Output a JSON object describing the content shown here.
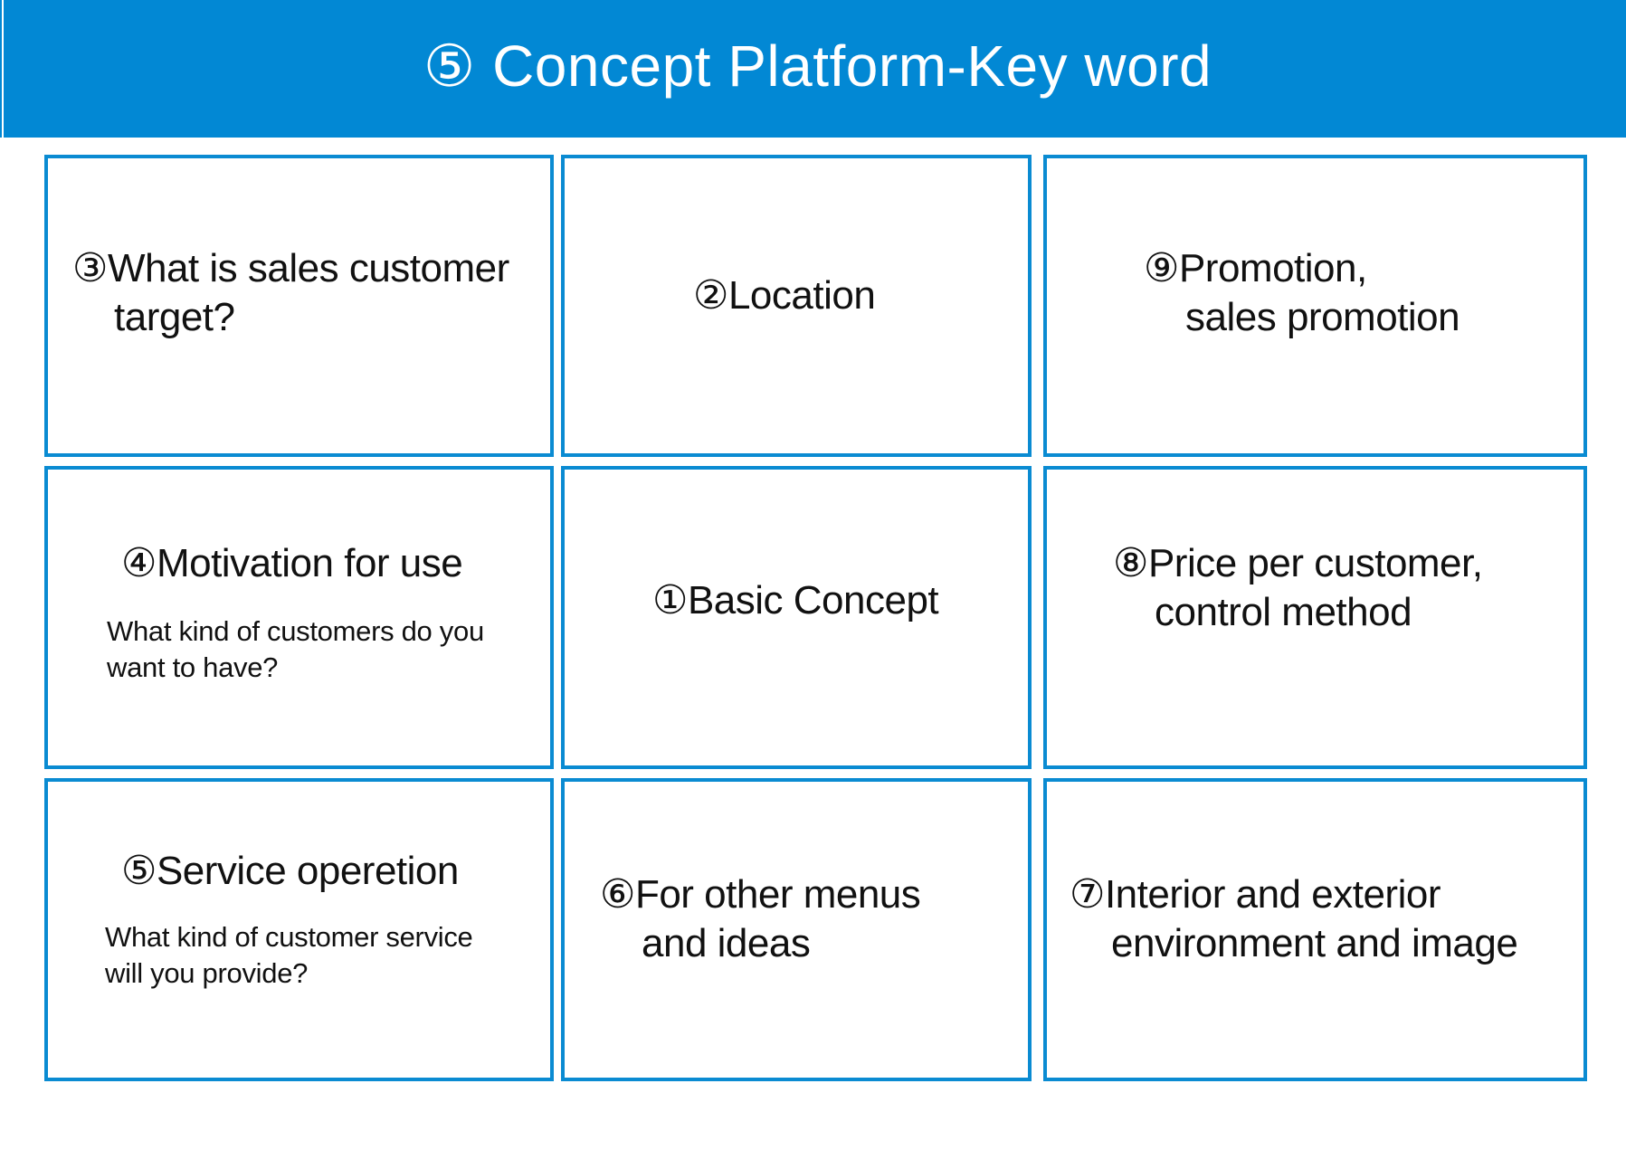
{
  "header": {
    "title": "⑤ Concept Platform-Key word"
  },
  "accent_color": "#0288d4",
  "cells": {
    "c3": {
      "num": "③",
      "line1": "What is sales customer",
      "line2": "target?"
    },
    "c2": {
      "num": "②",
      "line1": "Location"
    },
    "c9": {
      "num": "⑨",
      "line1": "Promotion,",
      "line2": "sales promotion"
    },
    "c4": {
      "num": "④",
      "line1": "Motivation for use",
      "sub1": "What kind of customers do you",
      "sub2": "want to have?"
    },
    "c1": {
      "num": "①",
      "line1": "Basic Concept"
    },
    "c8": {
      "num": "⑧",
      "line1": "Price per customer,",
      "line2": "control method"
    },
    "c5": {
      "num": "⑤",
      "line1": "Service operetion",
      "sub1": "What kind of customer service",
      "sub2": "will you provide?"
    },
    "c6": {
      "num": "⑥",
      "line1": "For other menus",
      "line2": "and ideas"
    },
    "c7": {
      "num": "⑦",
      "line1": "Interior and exterior",
      "line2": "environment and image"
    }
  }
}
